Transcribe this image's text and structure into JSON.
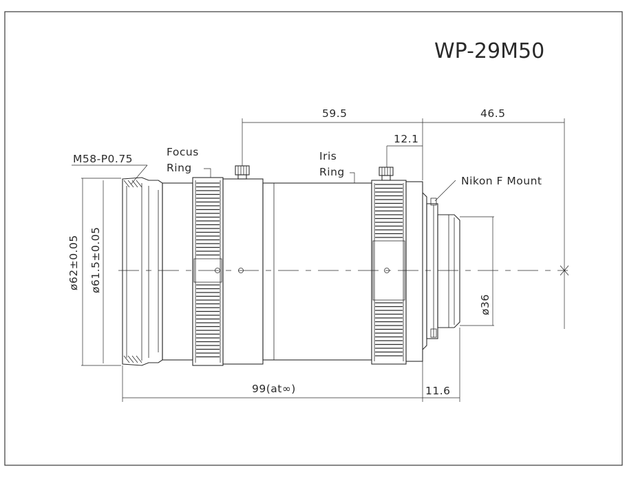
{
  "title": "WP-29M50",
  "labels": {
    "thread": "M58-P0.75",
    "focus_ring_line1": "Focus",
    "focus_ring_line2": "Ring",
    "iris_ring_line1": "Iris",
    "iris_ring_line2": "Ring",
    "mount": "Nikon F Mount"
  },
  "dimensions": {
    "d_outer": "ø62±0.05",
    "d_inner": "ø61.5±0.05",
    "d_mount": "ø36",
    "len_front": "59.5",
    "len_back": "46.5",
    "len_screw": "12.1",
    "len_total": "99(at∞)",
    "len_mount": "11.6"
  }
}
